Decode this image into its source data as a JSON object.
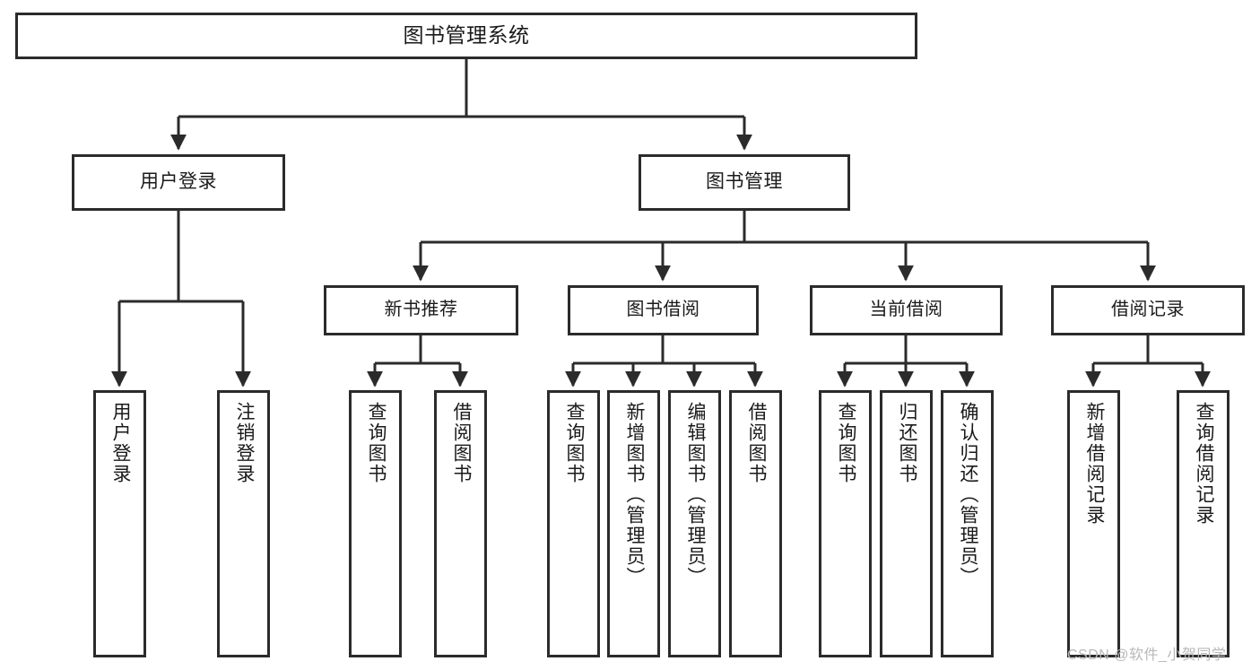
{
  "diagram": {
    "type": "hierarchy-tree",
    "title": "图书管理系统",
    "stroke_color": "#2b2b2b",
    "fill_color": "#ffffff",
    "background": "#ffffff",
    "root": {
      "label": "图书管理系统"
    },
    "tier2": [
      {
        "label": "用户登录"
      },
      {
        "label": "图书管理"
      }
    ],
    "tier3": [
      {
        "label": "新书推荐"
      },
      {
        "label": "图书借阅"
      },
      {
        "label": "当前借阅"
      },
      {
        "label": "借阅记录"
      }
    ],
    "leaves": {
      "user_login": [
        {
          "label": "用户登录"
        },
        {
          "label": "注销登录"
        }
      ],
      "new_book_recommend": [
        {
          "label": "查询图书"
        },
        {
          "label": "借阅图书"
        }
      ],
      "book_borrow": [
        {
          "label": "查询图书"
        },
        {
          "label": "新增图书（管理员）"
        },
        {
          "label": "编辑图书（管理员）"
        },
        {
          "label": "借阅图书"
        }
      ],
      "current_borrow": [
        {
          "label": "查询图书"
        },
        {
          "label": "归还图书"
        },
        {
          "label": "确认归还（管理员）"
        }
      ],
      "borrow_record": [
        {
          "label": "新增借阅记录"
        },
        {
          "label": "查询借阅记录"
        }
      ]
    }
  },
  "watermark": {
    "text": "CSDN @软件_小贺同学"
  }
}
